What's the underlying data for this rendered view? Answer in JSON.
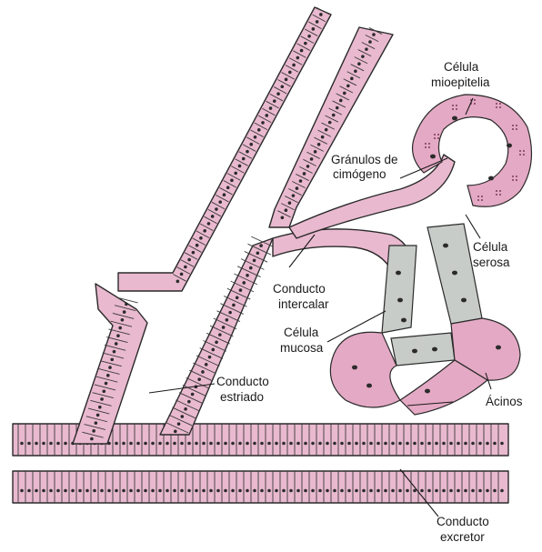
{
  "labels": {
    "celula_mioepitelial": [
      "Célula",
      "mioepitelia"
    ],
    "granulos_cimogeno": [
      "Gránulos de",
      "cimógeno"
    ],
    "celula_serosa": [
      "Célula",
      "serosa"
    ],
    "conducto_intercalar": [
      "Conducto",
      "intercalar"
    ],
    "celula_mucosa": [
      "Célula",
      "mucosa"
    ],
    "conducto_estriado": [
      "Conducto",
      "estriado"
    ],
    "acinos": "Ácinos",
    "conducto_excretor": [
      "Conducto",
      "excretor"
    ]
  },
  "colors": {
    "epithelium": "#e9b9cf",
    "serous_cell": "#e4a9c4",
    "mucous_cell": "#c8ccc8",
    "outline": "#2a2a2a",
    "nucleus": "#2b2b2b"
  }
}
